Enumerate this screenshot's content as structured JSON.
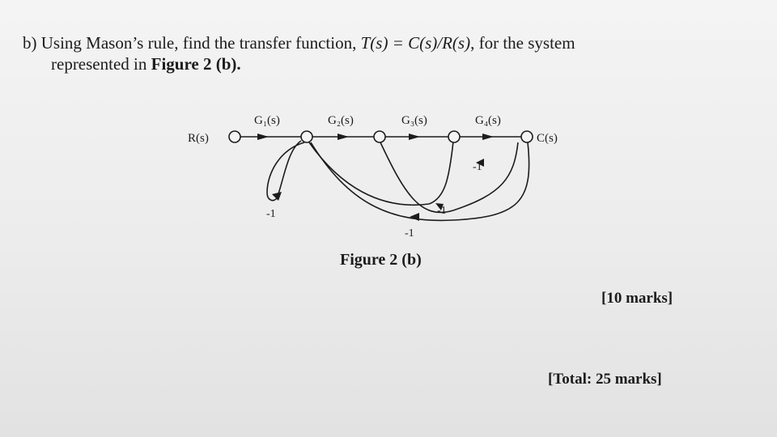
{
  "question": {
    "label": "b)",
    "text_before_formula": "Using Mason’s rule, find the transfer function, ",
    "formula": "T(s) = C(s)/R(s)",
    "text_after_formula": ", for the system",
    "line2_text": "represented in ",
    "line2_bold": "Figure 2 (b)."
  },
  "figure": {
    "input_label": "R(s)",
    "output_label": "C(s)",
    "branch_gains": [
      "G₁(s)",
      "G₂(s)",
      "G₃(s)",
      "G₄(s)"
    ],
    "feedback_gains": [
      "-1",
      "-1",
      "-1",
      "-1"
    ],
    "caption": "Figure 2 (b)"
  },
  "marks": "[10 marks]",
  "total": "[Total: 25 marks]"
}
